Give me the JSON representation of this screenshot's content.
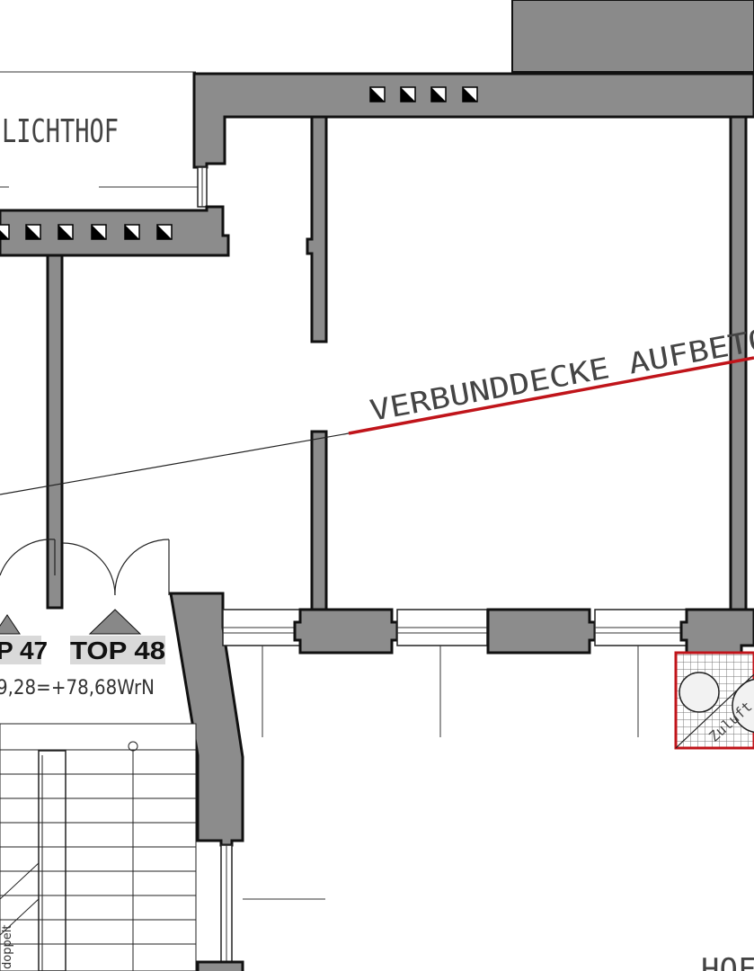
{
  "labels": {
    "lichthof": "LICHTHOF",
    "verbunddecke": "VERBUNDDECKE AUFBETO",
    "top_left": "P 47",
    "top_right": "TOP 48",
    "level": "9,28=+78,68WrN",
    "stair_note": "doppelt",
    "bottom_right": "HOF",
    "shaft_note": "Zuluft"
  },
  "colors": {
    "wall_fill": "#8c8c8c",
    "wall_stroke": "#111111",
    "section_line": "#c0141a",
    "shaft_outline": "#c0141a",
    "label_bg": "#d9d9d9"
  }
}
